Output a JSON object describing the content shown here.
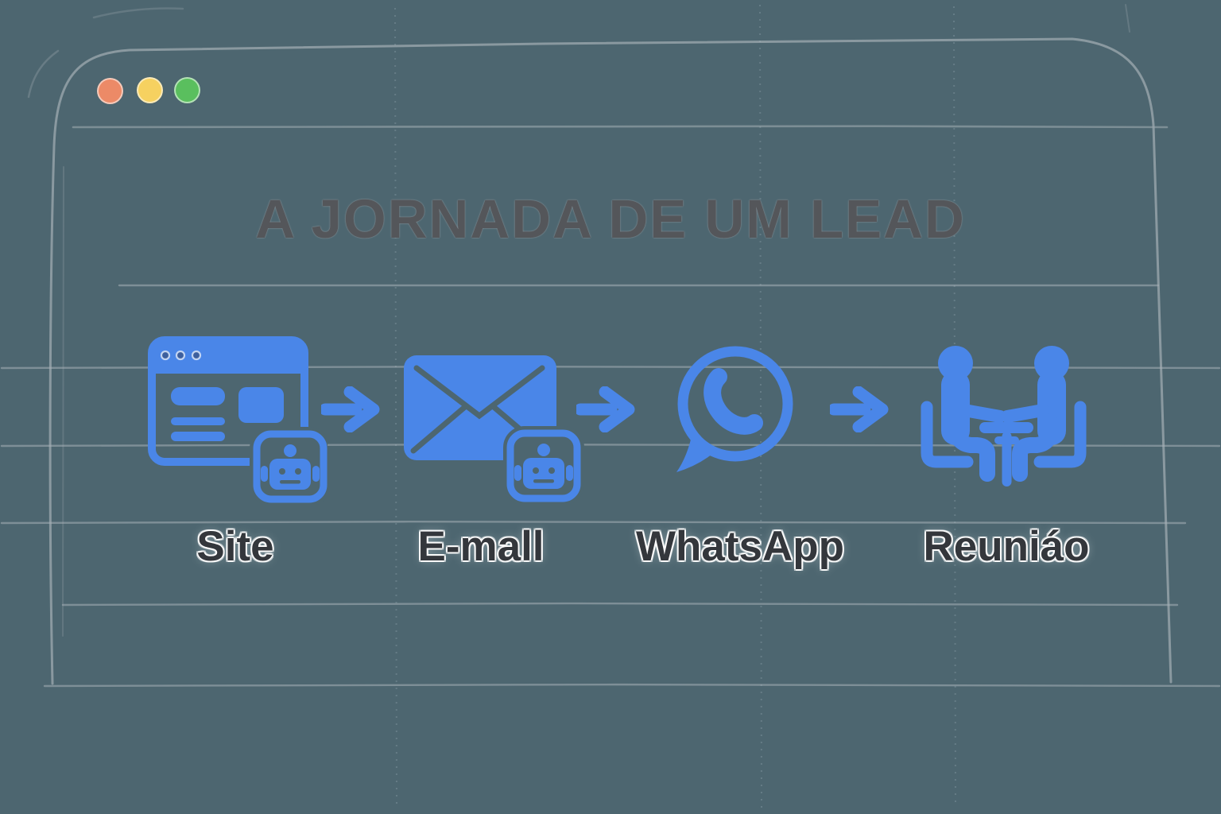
{
  "header": {
    "title": "A JORNADA DE UM LEAD"
  },
  "window_chrome": {
    "traffic_lights": [
      {
        "name": "close",
        "color": "#ec8a67"
      },
      {
        "name": "minimize",
        "color": "#f6d160"
      },
      {
        "name": "maximize",
        "color": "#5abf5e"
      }
    ]
  },
  "journey": {
    "steps": [
      {
        "label": "Site",
        "icon": "website-browser-with-bot-icon"
      },
      {
        "label": "E-mall",
        "icon": "email-envelope-with-bot-icon"
      },
      {
        "label": "WhatsApp",
        "icon": "whatsapp-icon"
      },
      {
        "label": "Reuniáo",
        "icon": "meeting-people-icon"
      }
    ],
    "connector_icon": "right-arrow-icon"
  },
  "style": {
    "background_color": "#4d6670",
    "icon_blue": "#4a86e8",
    "sketch_line_color": "#9aa6ad",
    "title_color": "#54565a",
    "label_color": "#34373c"
  }
}
